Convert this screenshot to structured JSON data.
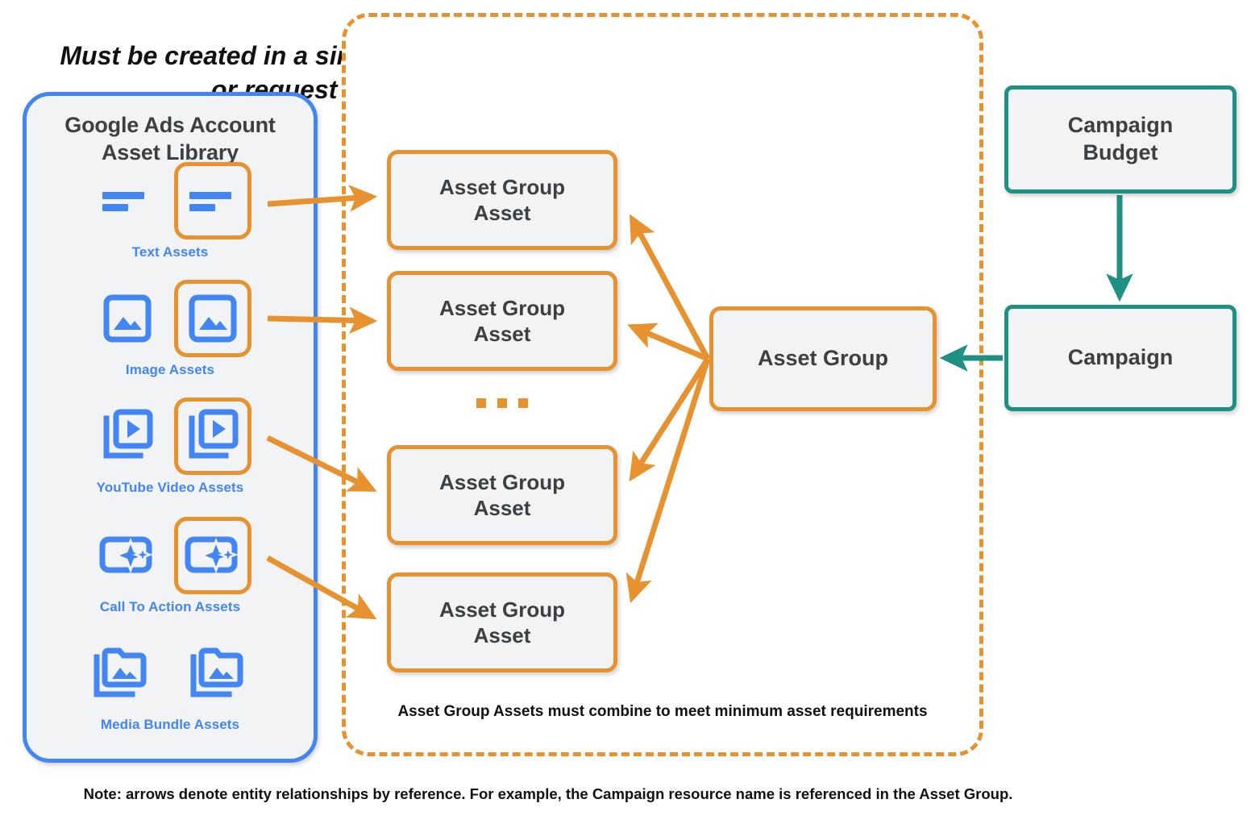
{
  "sidebar": {
    "title": "Google Ads Account\nAsset Library",
    "title_line1": "Google Ads Account",
    "title_line2": "Asset Library",
    "border_color": "#4285f4",
    "items": [
      {
        "label": "Text Assets",
        "icon": "text-asset-icon",
        "highlighted": true
      },
      {
        "label": "Image Assets",
        "icon": "image-asset-icon",
        "highlighted": true
      },
      {
        "label": "YouTube Video  Assets",
        "icon": "youtube-video-asset-icon",
        "highlighted": true
      },
      {
        "label": "Call To Action Assets",
        "icon": "call-to-action-asset-icon",
        "highlighted": true
      },
      {
        "label": "Media Bundle  Assets",
        "icon": "media-bundle-asset-icon",
        "highlighted": false
      }
    ]
  },
  "mutate_box": {
    "title_line1": "Must be created in a single mutate request",
    "title_line2": "or request will fail",
    "footnote": "Asset Group Assets must combine to meet minimum asset requirements",
    "border_color": "#e8912f",
    "border_style": "dashed"
  },
  "nodes": {
    "asset_group_assets": [
      {
        "label": "Asset Group\nAsset",
        "line1": "Asset Group",
        "line2": "Asset"
      },
      {
        "label": "Asset Group\nAsset",
        "line1": "Asset Group",
        "line2": "Asset"
      },
      {
        "label": "Asset Group\nAsset",
        "line1": "Asset Group",
        "line2": "Asset"
      },
      {
        "label": "Asset Group\nAsset",
        "line1": "Asset Group",
        "line2": "Asset"
      }
    ],
    "ellipsis": "...",
    "asset_group": {
      "label": "Asset Group",
      "color": "#e8912f"
    },
    "campaign_budget": {
      "line1": "Campaign",
      "line2": "Budget",
      "color": "#1e9184"
    },
    "campaign": {
      "label": "Campaign",
      "color": "#1e9184"
    }
  },
  "note": "Note: arrows denote entity relationships by reference. For example, the Campaign resource name is referenced in the Asset Group.",
  "colors": {
    "orange": "#e8912f",
    "teal": "#1e9184",
    "blue": "#4285f4",
    "node_fill": "#f1f3f4",
    "text_dark": "#3c4043"
  }
}
